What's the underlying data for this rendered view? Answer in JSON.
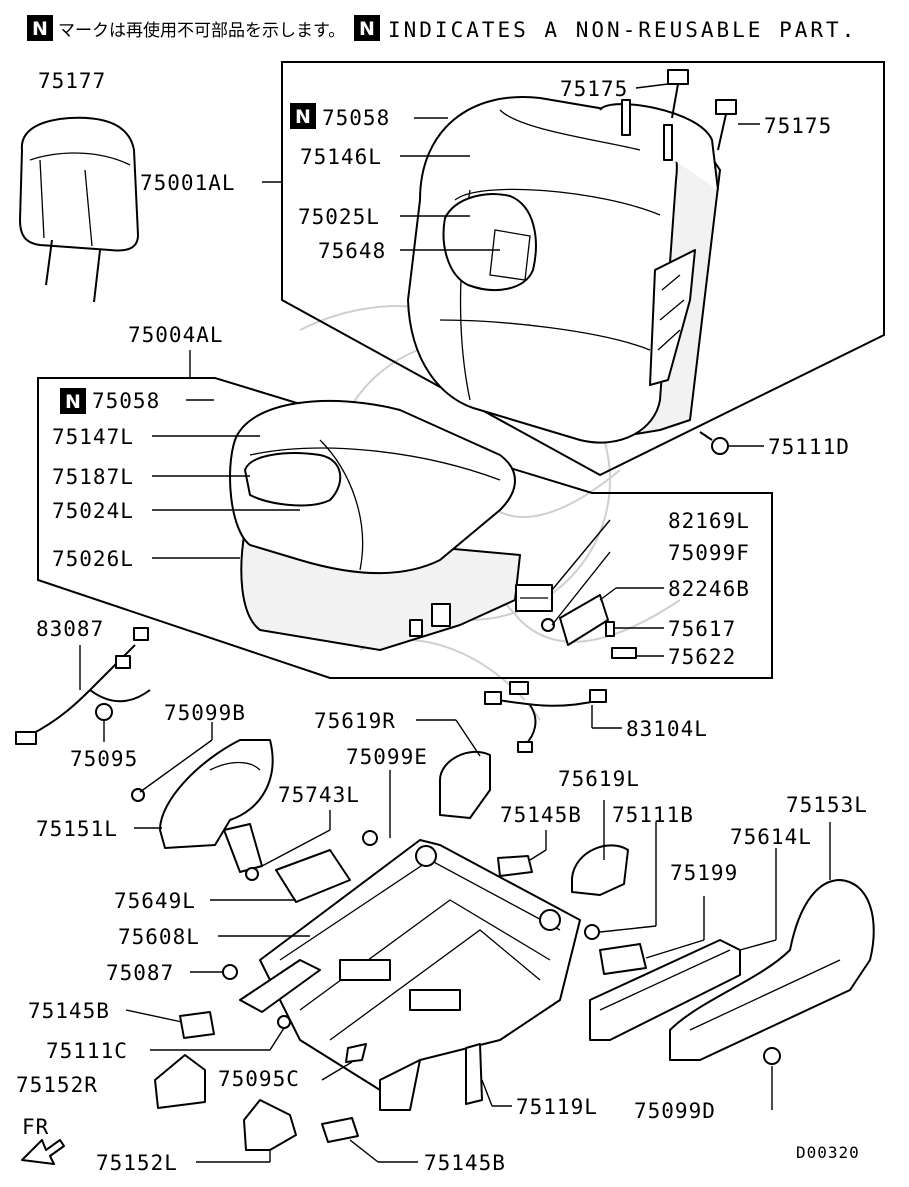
{
  "header": {
    "n_mark": "N",
    "japanese_text": "マークは再使用不可部品を示します。",
    "english_text": "INDICATES A NON-REUSABLE PART."
  },
  "part_labels": {
    "p75177": "75177",
    "p75001AL": "75001AL",
    "p75058_a": "75058",
    "p75146L": "75146L",
    "p75025L": "75025L",
    "p75648": "75648",
    "p75175_a": "75175",
    "p75175_b": "75175",
    "p75004AL": "75004AL",
    "p75058_b": "75058",
    "p75147L": "75147L",
    "p75187L": "75187L",
    "p75024L": "75024L",
    "p75026L": "75026L",
    "p75111D": "75111D",
    "p82169L": "82169L",
    "p75099F": "75099F",
    "p82246B": "82246B",
    "p75617": "75617",
    "p75622": "75622",
    "p83087": "83087",
    "p75095": "75095",
    "p83104L": "83104L",
    "p75099B": "75099B",
    "p75619R": "75619R",
    "p75099E": "75099E",
    "p75743L": "75743L",
    "p75151L": "75151L",
    "p75145B_a": "75145B",
    "p75619L": "75619L",
    "p75111B": "75111B",
    "p75153L": "75153L",
    "p75614L": "75614L",
    "p75649L": "75649L",
    "p75199": "75199",
    "p75608L": "75608L",
    "p75087": "75087",
    "p75145B_b": "75145B",
    "p75111C": "75111C",
    "p75152R": "75152R",
    "p75095C": "75095C",
    "p75119L": "75119L",
    "p75099D": "75099D",
    "p75152L": "75152L",
    "p75145B_c": "75145B"
  },
  "footer": {
    "fr_label": "FR",
    "diagram_code": "D00320"
  }
}
